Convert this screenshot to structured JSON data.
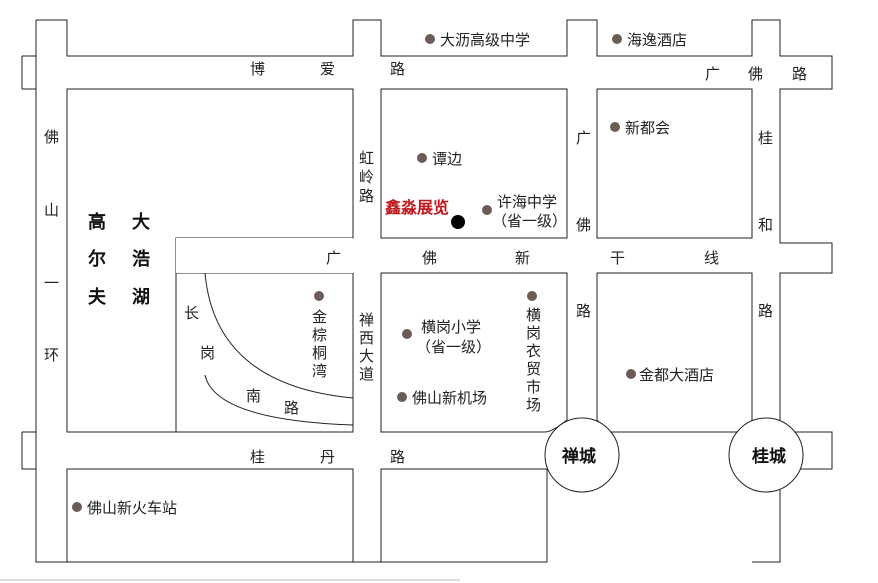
{
  "colors": {
    "background": "#ffffff",
    "road_edge": "#222222",
    "poi_dot": "#6b5c55",
    "highlight": "#c0181b",
    "highlight_dot": "#000000"
  },
  "roads": {
    "boai": [
      "博",
      "爱",
      "路"
    ],
    "guangfo_top": [
      "广",
      "佛",
      "路"
    ],
    "guangfo_xin": [
      "广",
      "佛",
      "新",
      "干",
      "线"
    ],
    "guidan": [
      "桂",
      "丹",
      "路"
    ],
    "foshan_yihuan": [
      "佛",
      "山",
      "一",
      "环"
    ],
    "hongling": [
      "虹",
      "岭",
      "路"
    ],
    "guangfo_vertical": [
      "广",
      "佛",
      "路"
    ],
    "guihe": [
      "桂",
      "和",
      "路"
    ],
    "changgang": [
      "长",
      "岗"
    ],
    "nanlu": [
      "南",
      "路"
    ],
    "chanxi": [
      "禅",
      "西",
      "大",
      "道"
    ]
  },
  "lake": [
    "高",
    "大",
    "尔",
    "浩",
    "夫",
    "湖"
  ],
  "roundabouts": {
    "chancheng": "禅城",
    "guicheng": "桂城"
  },
  "pois": {
    "dali_school": "大沥高级中学",
    "haiyi_hotel": "海逸酒店",
    "xindu": "新都会",
    "tanbian": "谭边",
    "xuhai_line1": "许海中学",
    "xuhai_line2": "（省一级）",
    "jinzong": [
      "金",
      "棕",
      "桐",
      "湾"
    ],
    "henggang_school_line1": "横岗小学",
    "henggang_school_line2": "（省一级）",
    "henggang_market": [
      "横",
      "岗",
      "衣",
      "贸",
      "市",
      "场"
    ],
    "foshan_airport": "佛山新机场",
    "jindu_hotel": "金都大酒店",
    "foshan_station": "佛山新火车站"
  },
  "highlight": {
    "name": "鑫淼展览"
  }
}
